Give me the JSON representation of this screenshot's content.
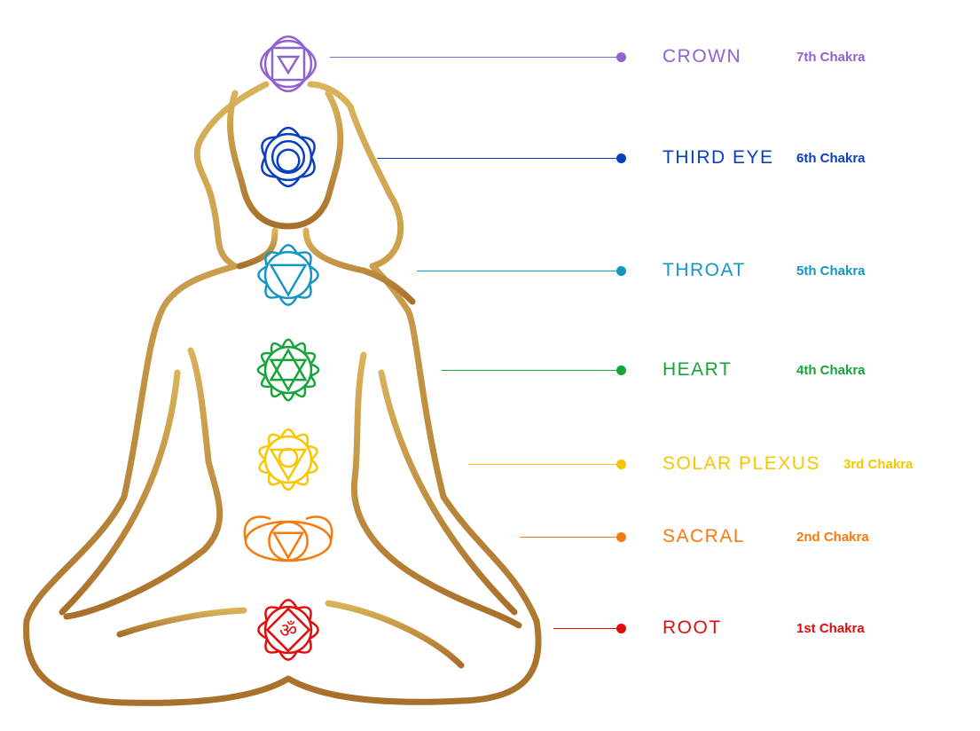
{
  "chakras": [
    {
      "name": "CROWN",
      "number": "7th Chakra",
      "color": "#8f63cf",
      "symbol": "crown"
    },
    {
      "name": "THIRD EYE",
      "number": "6th Chakra",
      "color": "#0a3fbf",
      "symbol": "third-eye"
    },
    {
      "name": "THROAT",
      "number": "5th Chakra",
      "color": "#1496c4",
      "symbol": "throat"
    },
    {
      "name": "HEART",
      "number": "4th Chakra",
      "color": "#14a43a",
      "symbol": "heart"
    },
    {
      "name": "SOLAR PLEXUS",
      "number": "3rd Chakra",
      "color": "#f7c600",
      "symbol": "solar-plexus"
    },
    {
      "name": "SACRAL",
      "number": "2nd Chakra",
      "color": "#f77a0c",
      "symbol": "sacral"
    },
    {
      "name": "ROOT",
      "number": "1st Chakra",
      "color": "#e00d0d",
      "symbol": "root",
      "glyph": "ॐ"
    }
  ],
  "body_color": "#b8873a"
}
